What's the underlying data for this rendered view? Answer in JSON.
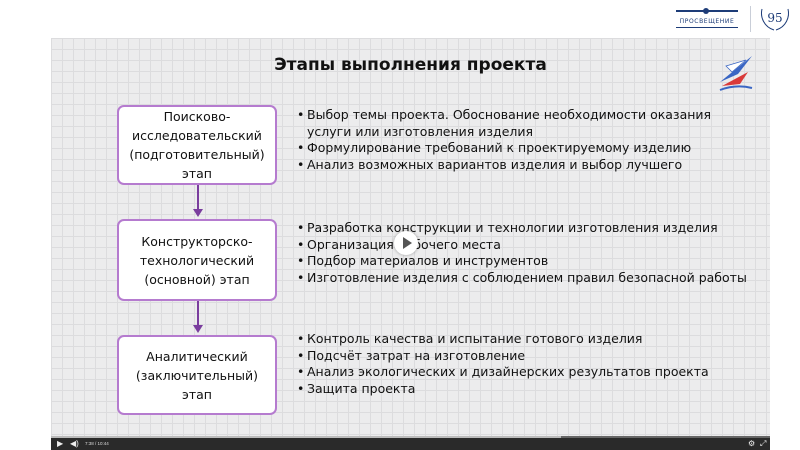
{
  "header": {
    "publisher_logo_text": "ПРОСВЕЩЕНИЕ",
    "anniversary_text": "95"
  },
  "slide": {
    "title": "Этапы выполнения проекта",
    "stages": [
      {
        "label": "Поисково-\nисследовательский\n(подготовительный)\nэтап",
        "bullets": [
          "Выбор темы проекта. Обоснование необходимости оказания услуги или изготовления изделия",
          "Формулирование требований к проектируемому изделию",
          "Анализ возможных вариантов изделия и выбор лучшего"
        ]
      },
      {
        "label": "Конструкторско-\nтехнологический\n(основной) этап",
        "bullets": [
          "Разработка конструкции и технологии изготовления изделия",
          "Организация рабочего места",
          "Подбор материалов и инструментов",
          "Изготовление изделия с соблюдением правил безопасной работы"
        ]
      },
      {
        "label": "Аналитический\n(заключительный)\nэтап",
        "bullets": [
          "Контроль качества и испытание готового изделия",
          "Подсчёт затрат на изготовление",
          "Анализ экологических и дизайнерских результатов проекта",
          "Защита проекта"
        ]
      }
    ]
  },
  "player": {
    "time_display": "7:38 / 10:44",
    "progress_fraction": 0.71,
    "icons": [
      "play-icon",
      "volume-icon",
      "settings-icon",
      "fullscreen-icon"
    ]
  },
  "colors": {
    "stage_border": "#b57bcf",
    "arrow": "#7a3d9e",
    "brand_blue": "#1d3c78"
  }
}
